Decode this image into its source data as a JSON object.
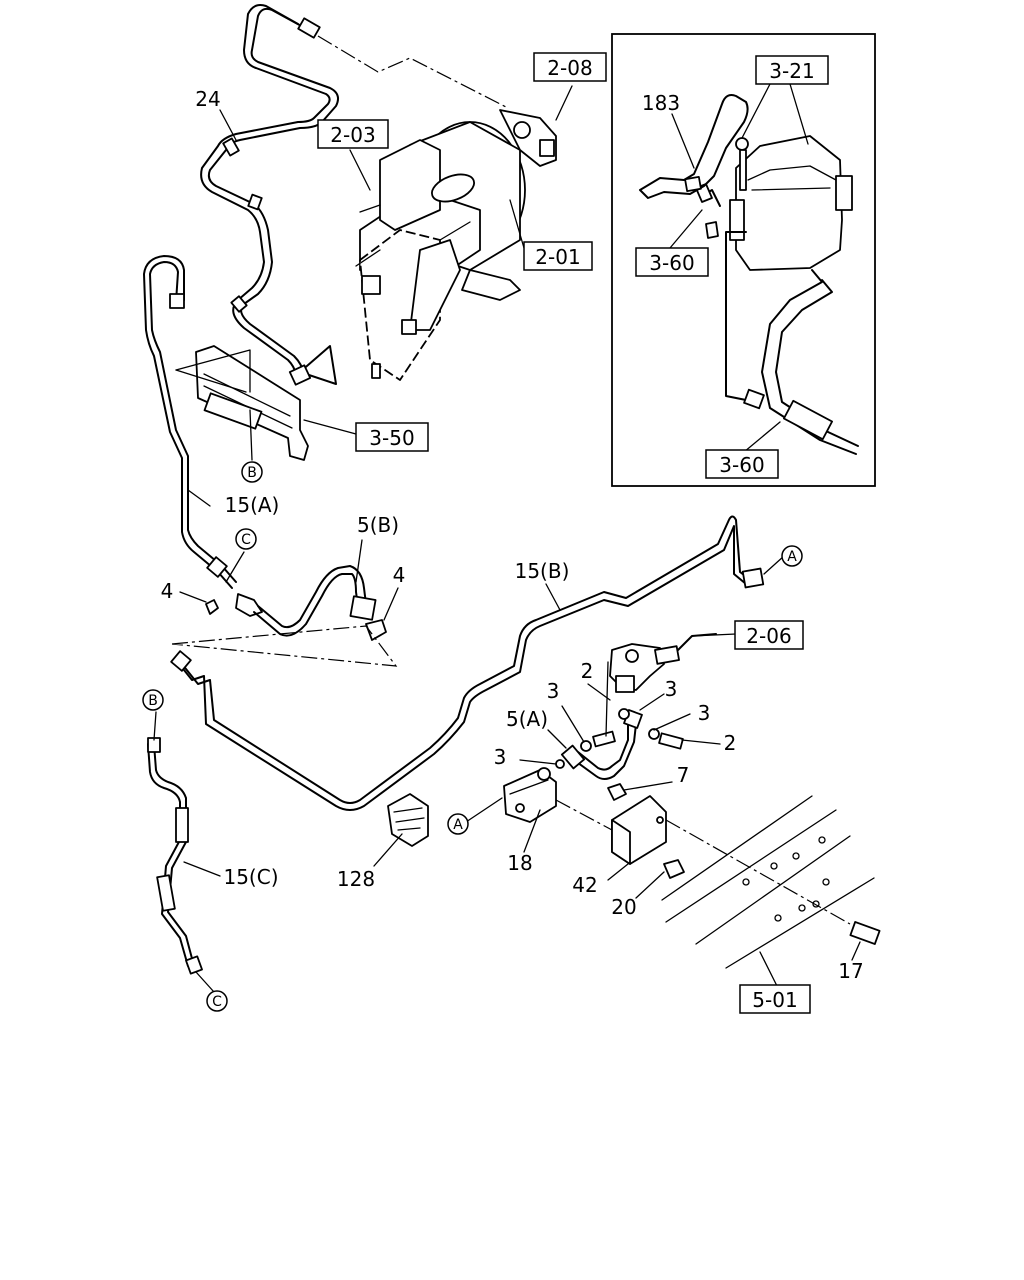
{
  "boxed_refs": {
    "r208": "2-08",
    "r203": "2-03",
    "r201": "2-01",
    "r321": "3-21",
    "r360a": "3-60",
    "r360b": "3-60",
    "r350": "3-50",
    "r206": "2-06",
    "r501": "5-01"
  },
  "part_labels": {
    "p24": "24",
    "p183": "183",
    "p15a": "15(A)",
    "p5b": "5(B)",
    "p4a": "4",
    "p4b": "4",
    "p15b": "15(B)",
    "p2a": "2",
    "p3a": "3",
    "p3b": "3",
    "p5a": "5(A)",
    "p3c": "3",
    "p3d": "3",
    "p2b": "2",
    "p7": "7",
    "p18": "18",
    "p128": "128",
    "p42": "42",
    "p20": "20",
    "p15c": "15(C)",
    "p17": "17"
  },
  "circle_markers": {
    "m_b1": "B",
    "m_c1": "C",
    "m_a1": "A",
    "m_b2": "B",
    "m_a2": "A",
    "m_c2": "C"
  }
}
